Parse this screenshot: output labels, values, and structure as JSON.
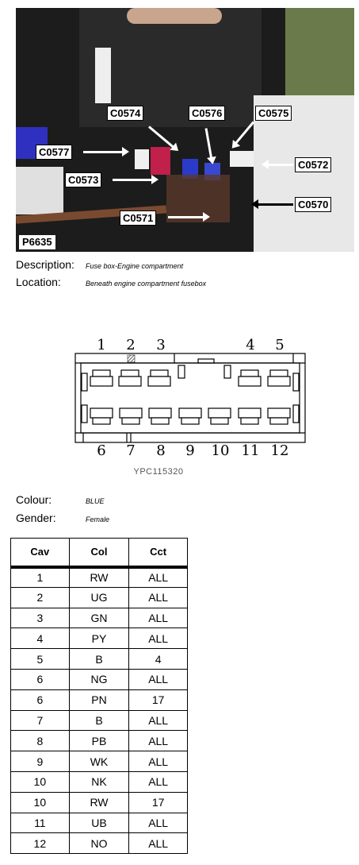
{
  "photo": {
    "id_label": "P6635",
    "callouts": [
      "C0574",
      "C0576",
      "C0575",
      "C0577",
      "C0572",
      "C0573",
      "C0570",
      "C0571"
    ]
  },
  "description": {
    "label": "Description:",
    "value": "Fuse box-Engine compartment"
  },
  "location": {
    "label": "Location:",
    "value": "Beneath engine compartment fusebox"
  },
  "diagram": {
    "top_pins": [
      "1",
      "2",
      "3",
      "4",
      "5"
    ],
    "bottom_pins": [
      "6",
      "7",
      "8",
      "9",
      "10",
      "11",
      "12"
    ],
    "part_number": "YPC115320"
  },
  "colour": {
    "label": "Colour:",
    "value": "BLUE"
  },
  "gender": {
    "label": "Gender:",
    "value": "Female"
  },
  "table": {
    "headers": [
      "Cav",
      "Col",
      "Cct"
    ],
    "rows": [
      [
        "1",
        "RW",
        "ALL"
      ],
      [
        "2",
        "UG",
        "ALL"
      ],
      [
        "3",
        "GN",
        "ALL"
      ],
      [
        "4",
        "PY",
        "ALL"
      ],
      [
        "5",
        "B",
        "4"
      ],
      [
        "6",
        "NG",
        "ALL"
      ],
      [
        "6",
        "PN",
        "17"
      ],
      [
        "7",
        "B",
        "ALL"
      ],
      [
        "8",
        "PB",
        "ALL"
      ],
      [
        "9",
        "WK",
        "ALL"
      ],
      [
        "10",
        "NK",
        "ALL"
      ],
      [
        "10",
        "RW",
        "17"
      ],
      [
        "11",
        "UB",
        "ALL"
      ],
      [
        "12",
        "NO",
        "ALL"
      ]
    ]
  }
}
